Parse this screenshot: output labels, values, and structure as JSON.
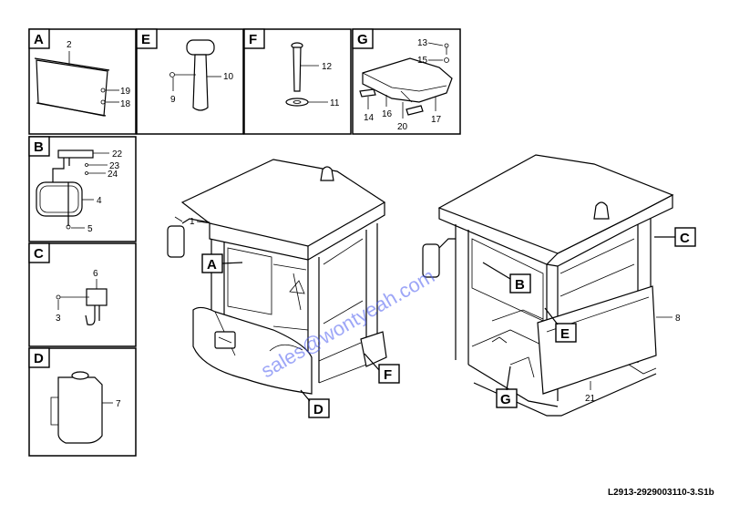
{
  "panels": [
    {
      "id": "A",
      "parts": [
        "2",
        "19",
        "18"
      ]
    },
    {
      "id": "E",
      "parts": [
        "10",
        "9"
      ]
    },
    {
      "id": "F",
      "parts": [
        "12",
        "11"
      ]
    },
    {
      "id": "G",
      "parts": [
        "13",
        "15",
        "14",
        "16",
        "20",
        "17"
      ]
    },
    {
      "id": "B",
      "parts": [
        "22",
        "23",
        "24",
        "4",
        "5"
      ]
    },
    {
      "id": "C",
      "parts": [
        "6",
        "3"
      ]
    },
    {
      "id": "D",
      "parts": [
        "7"
      ]
    }
  ],
  "main_labels": {
    "part_1": "1",
    "part_8": "8",
    "part_21": "21",
    "tag_A": "A",
    "tag_B": "B",
    "tag_C": "C",
    "tag_D": "D",
    "tag_E": "E",
    "tag_F": "F",
    "tag_G": "G"
  },
  "watermark": "sales@wontyeah.com",
  "drawing_number": "L2913-2929003110-3.S1b"
}
